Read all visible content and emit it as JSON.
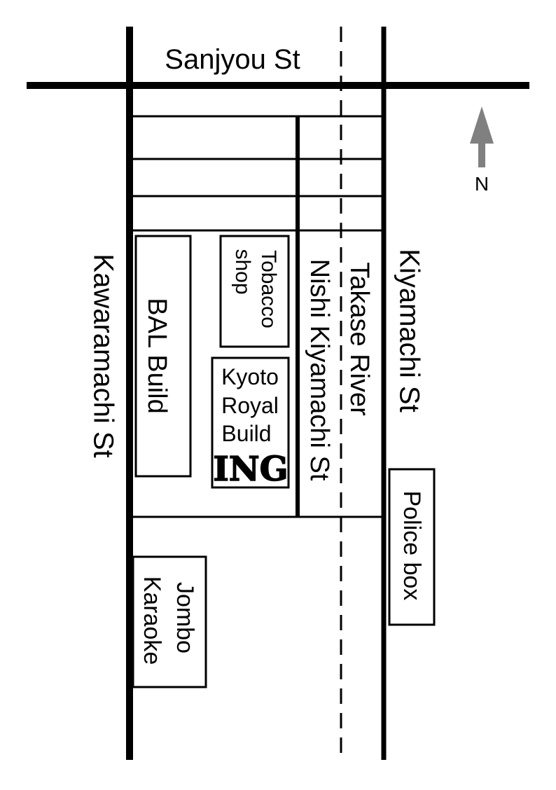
{
  "streets": {
    "sanjyou": "Sanjyou St",
    "kawaramachi": "Kawaramachi St",
    "kiyamachi": "Kiyamachi St",
    "nishi_kiyamachi": "Nishi Kiyamachi St",
    "takase_river": "Takase River"
  },
  "compass": {
    "label": "N",
    "arrow_color": "#808080"
  },
  "buildings": {
    "bal": "BAL Build",
    "tobacco_line1": "Tobacco",
    "tobacco_line2": "shop",
    "kyoto_line1": "Kyoto",
    "kyoto_line2": "Royal",
    "kyoto_line3": "Build",
    "ing_logo": "ING",
    "jombo_line1": "Jombo",
    "jombo_line2": "Karaoke",
    "police": "Police box"
  }
}
